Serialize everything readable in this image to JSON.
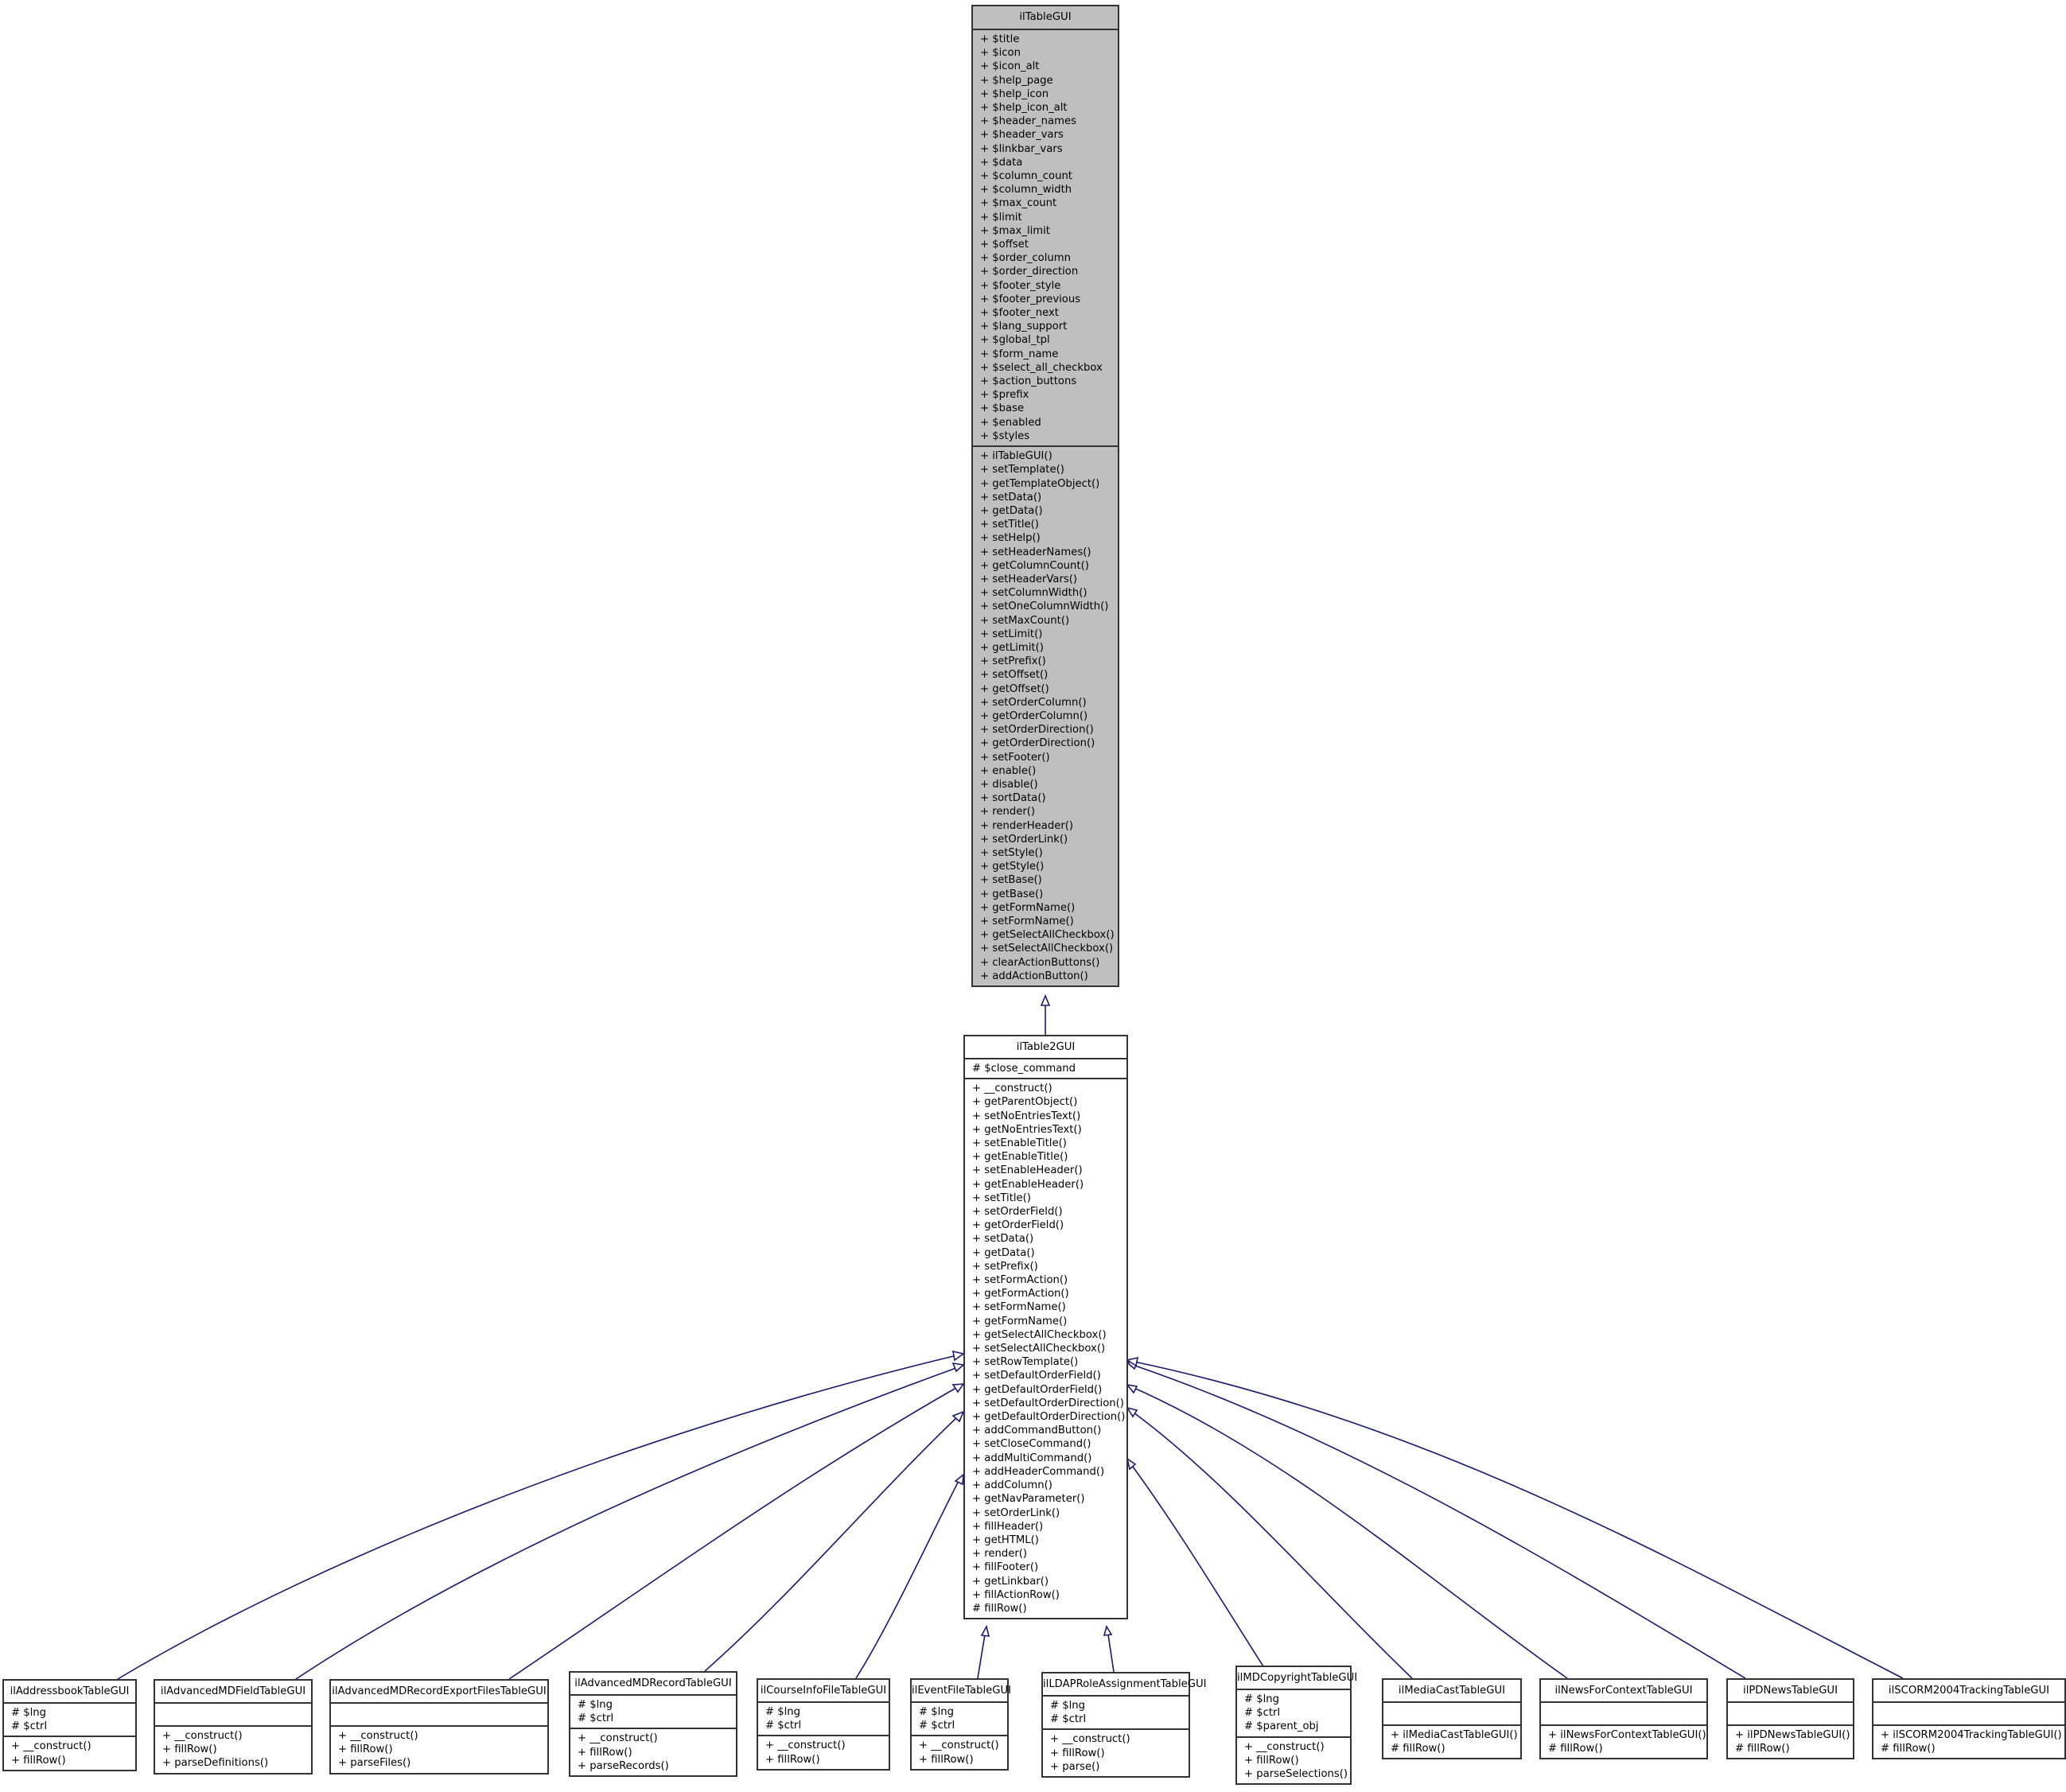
{
  "diagram": {
    "type": "class-inheritance",
    "edge_color": "#191970",
    "base_fill": "#bfbfbf"
  },
  "classes": {
    "ilTableGUI": {
      "name": "ilTableGUI",
      "attributes": [
        "+ $title",
        "+ $icon",
        "+ $icon_alt",
        "+ $help_page",
        "+ $help_icon",
        "+ $help_icon_alt",
        "+ $header_names",
        "+ $header_vars",
        "+ $linkbar_vars",
        "+ $data",
        "+ $column_count",
        "+ $column_width",
        "+ $max_count",
        "+ $limit",
        "+ $max_limit",
        "+ $offset",
        "+ $order_column",
        "+ $order_direction",
        "+ $footer_style",
        "+ $footer_previous",
        "+ $footer_next",
        "+ $lang_support",
        "+ $global_tpl",
        "+ $form_name",
        "+ $select_all_checkbox",
        "+ $action_buttons",
        "+ $prefix",
        "+ $base",
        "+ $enabled",
        "+ $styles"
      ],
      "methods": [
        "+ ilTableGUI()",
        "+ setTemplate()",
        "+ getTemplateObject()",
        "+ setData()",
        "+ getData()",
        "+ setTitle()",
        "+ setHelp()",
        "+ setHeaderNames()",
        "+ getColumnCount()",
        "+ setHeaderVars()",
        "+ setColumnWidth()",
        "+ setOneColumnWidth()",
        "+ setMaxCount()",
        "+ setLimit()",
        "+ getLimit()",
        "+ setPrefix()",
        "+ setOffset()",
        "+ getOffset()",
        "+ setOrderColumn()",
        "+ getOrderColumn()",
        "+ setOrderDirection()",
        "+ getOrderDirection()",
        "+ setFooter()",
        "+ enable()",
        "+ disable()",
        "+ sortData()",
        "+ render()",
        "+ renderHeader()",
        "+ setOrderLink()",
        "+ setStyle()",
        "+ getStyle()",
        "+ setBase()",
        "+ getBase()",
        "+ getFormName()",
        "+ setFormName()",
        "+ getSelectAllCheckbox()",
        "+ setSelectAllCheckbox()",
        "+ clearActionButtons()",
        "+ addActionButton()"
      ]
    },
    "ilTable2GUI": {
      "name": "ilTable2GUI",
      "attributes": [
        "# $close_command"
      ],
      "methods": [
        "+ __construct()",
        "+ getParentObject()",
        "+ setNoEntriesText()",
        "+ getNoEntriesText()",
        "+ setEnableTitle()",
        "+ getEnableTitle()",
        "+ setEnableHeader()",
        "+ getEnableHeader()",
        "+ setTitle()",
        "+ setOrderField()",
        "+ getOrderField()",
        "+ setData()",
        "+ getData()",
        "+ setPrefix()",
        "+ setFormAction()",
        "+ getFormAction()",
        "+ setFormName()",
        "+ getFormName()",
        "+ getSelectAllCheckbox()",
        "+ setSelectAllCheckbox()",
        "+ setRowTemplate()",
        "+ setDefaultOrderField()",
        "+ getDefaultOrderField()",
        "+ setDefaultOrderDirection()",
        "+ getDefaultOrderDirection()",
        "+ addCommandButton()",
        "+ setCloseCommand()",
        "+ addMultiCommand()",
        "+ addHeaderCommand()",
        "+ addColumn()",
        "+ getNavParameter()",
        "+ setOrderLink()",
        "+ fillHeader()",
        "+ getHTML()",
        "+ render()",
        "+ fillFooter()",
        "+ getLinkbar()",
        "+ fillActionRow()",
        "# fillRow()"
      ]
    },
    "children": [
      {
        "name": "ilAddressbookTableGUI",
        "attributes": [
          "# $lng",
          "# $ctrl"
        ],
        "methods": [
          "+ __construct()",
          "+ fillRow()"
        ]
      },
      {
        "name": "ilAdvancedMDFieldTableGUI",
        "attributes": [],
        "methods": [
          "+ __construct()",
          "+ fillRow()",
          "+ parseDefinitions()"
        ]
      },
      {
        "name": "ilAdvancedMDRecordExportFilesTableGUI",
        "attributes": [],
        "methods": [
          "+ __construct()",
          "+ fillRow()",
          "+ parseFiles()"
        ]
      },
      {
        "name": "ilAdvancedMDRecordTableGUI",
        "attributes": [
          "# $lng",
          "# $ctrl"
        ],
        "methods": [
          "+ __construct()",
          "+ fillRow()",
          "+ parseRecords()"
        ]
      },
      {
        "name": "ilCourseInfoFileTableGUI",
        "attributes": [
          "# $lng",
          "# $ctrl"
        ],
        "methods": [
          "+ __construct()",
          "+ fillRow()"
        ]
      },
      {
        "name": "ilEventFileTableGUI",
        "attributes": [
          "# $lng",
          "# $ctrl"
        ],
        "methods": [
          "+ __construct()",
          "+ fillRow()"
        ]
      },
      {
        "name": "ilLDAPRoleAssignmentTableGUI",
        "attributes": [
          "# $lng",
          "# $ctrl"
        ],
        "methods": [
          "+ __construct()",
          "+ fillRow()",
          "+ parse()"
        ]
      },
      {
        "name": "ilMDCopyrightTableGUI",
        "attributes": [
          "# $lng",
          "# $ctrl",
          "# $parent_obj"
        ],
        "methods": [
          "+ __construct()",
          "+ fillRow()",
          "+ parseSelections()"
        ]
      },
      {
        "name": "ilMediaCastTableGUI",
        "attributes": [],
        "methods": [
          "+ ilMediaCastTableGUI()",
          "# fillRow()"
        ]
      },
      {
        "name": "ilNewsForContextTableGUI",
        "attributes": [],
        "methods": [
          "+ ilNewsForContextTableGUI()",
          "# fillRow()"
        ]
      },
      {
        "name": "ilPDNewsTableGUI",
        "attributes": [],
        "methods": [
          "+ ilPDNewsTableGUI()",
          "# fillRow()"
        ]
      },
      {
        "name": "ilSCORM2004TrackingTableGUI",
        "attributes": [],
        "methods": [
          "+ ilSCORM2004TrackingTableGUI()",
          "# fillRow()"
        ]
      }
    ]
  }
}
